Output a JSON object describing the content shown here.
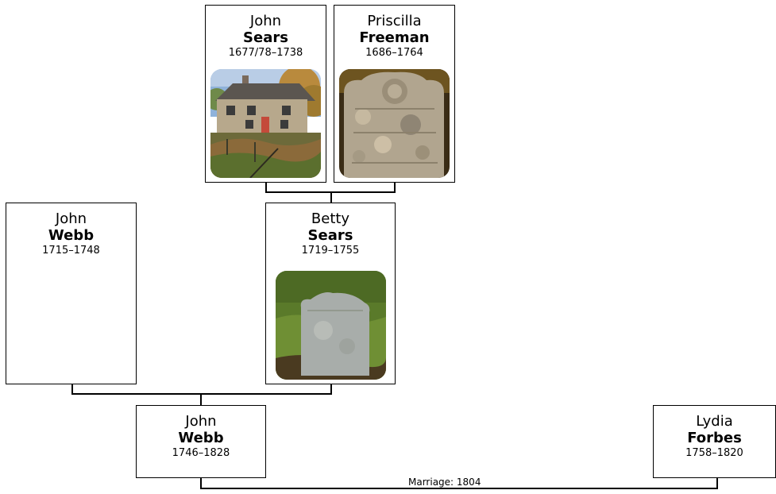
{
  "people": {
    "john_sears": {
      "first": "John",
      "last": "Sears",
      "dates": "1677/78–1738"
    },
    "priscilla_freeman": {
      "first": "Priscilla",
      "last": "Freeman",
      "dates": "1686–1764"
    },
    "john_webb_sr": {
      "first": "John",
      "last": "Webb",
      "dates": "1715–1748"
    },
    "betty_sears": {
      "first": "Betty",
      "last": "Sears",
      "dates": "1719–1755"
    },
    "john_webb_jr": {
      "first": "John",
      "last": "Webb",
      "dates": "1746–1828"
    },
    "lydia_forbes": {
      "first": "Lydia",
      "last": "Forbes",
      "dates": "1758–1820"
    }
  },
  "marriage": {
    "label": "Marriage: 1804"
  },
  "photos": {
    "john_sears": "house-photo",
    "priscilla_freeman": "gravestone-photo",
    "betty_sears": "gravestone-photo"
  }
}
